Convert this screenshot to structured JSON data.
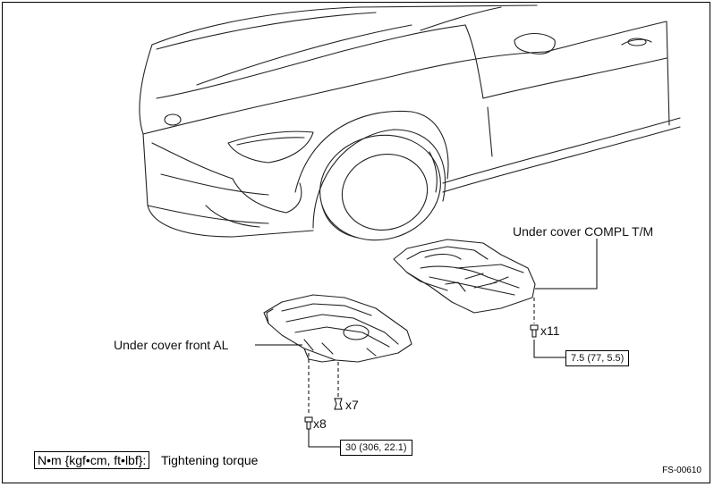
{
  "labels": {
    "under_cover_front": "Under cover front AL",
    "under_cover_tm": "Under cover COMPL T/M",
    "qty_x11": "x11",
    "qty_x7": "x7",
    "qty_x8": "x8"
  },
  "torques": {
    "tm": "7.5 (77, 5.5)",
    "front": "30 (306, 22.1)"
  },
  "legend": {
    "units": "N•m {kgf•cm, ft•lbf}:",
    "meaning": "Tightening torque"
  },
  "figure_code": "FS-00610"
}
